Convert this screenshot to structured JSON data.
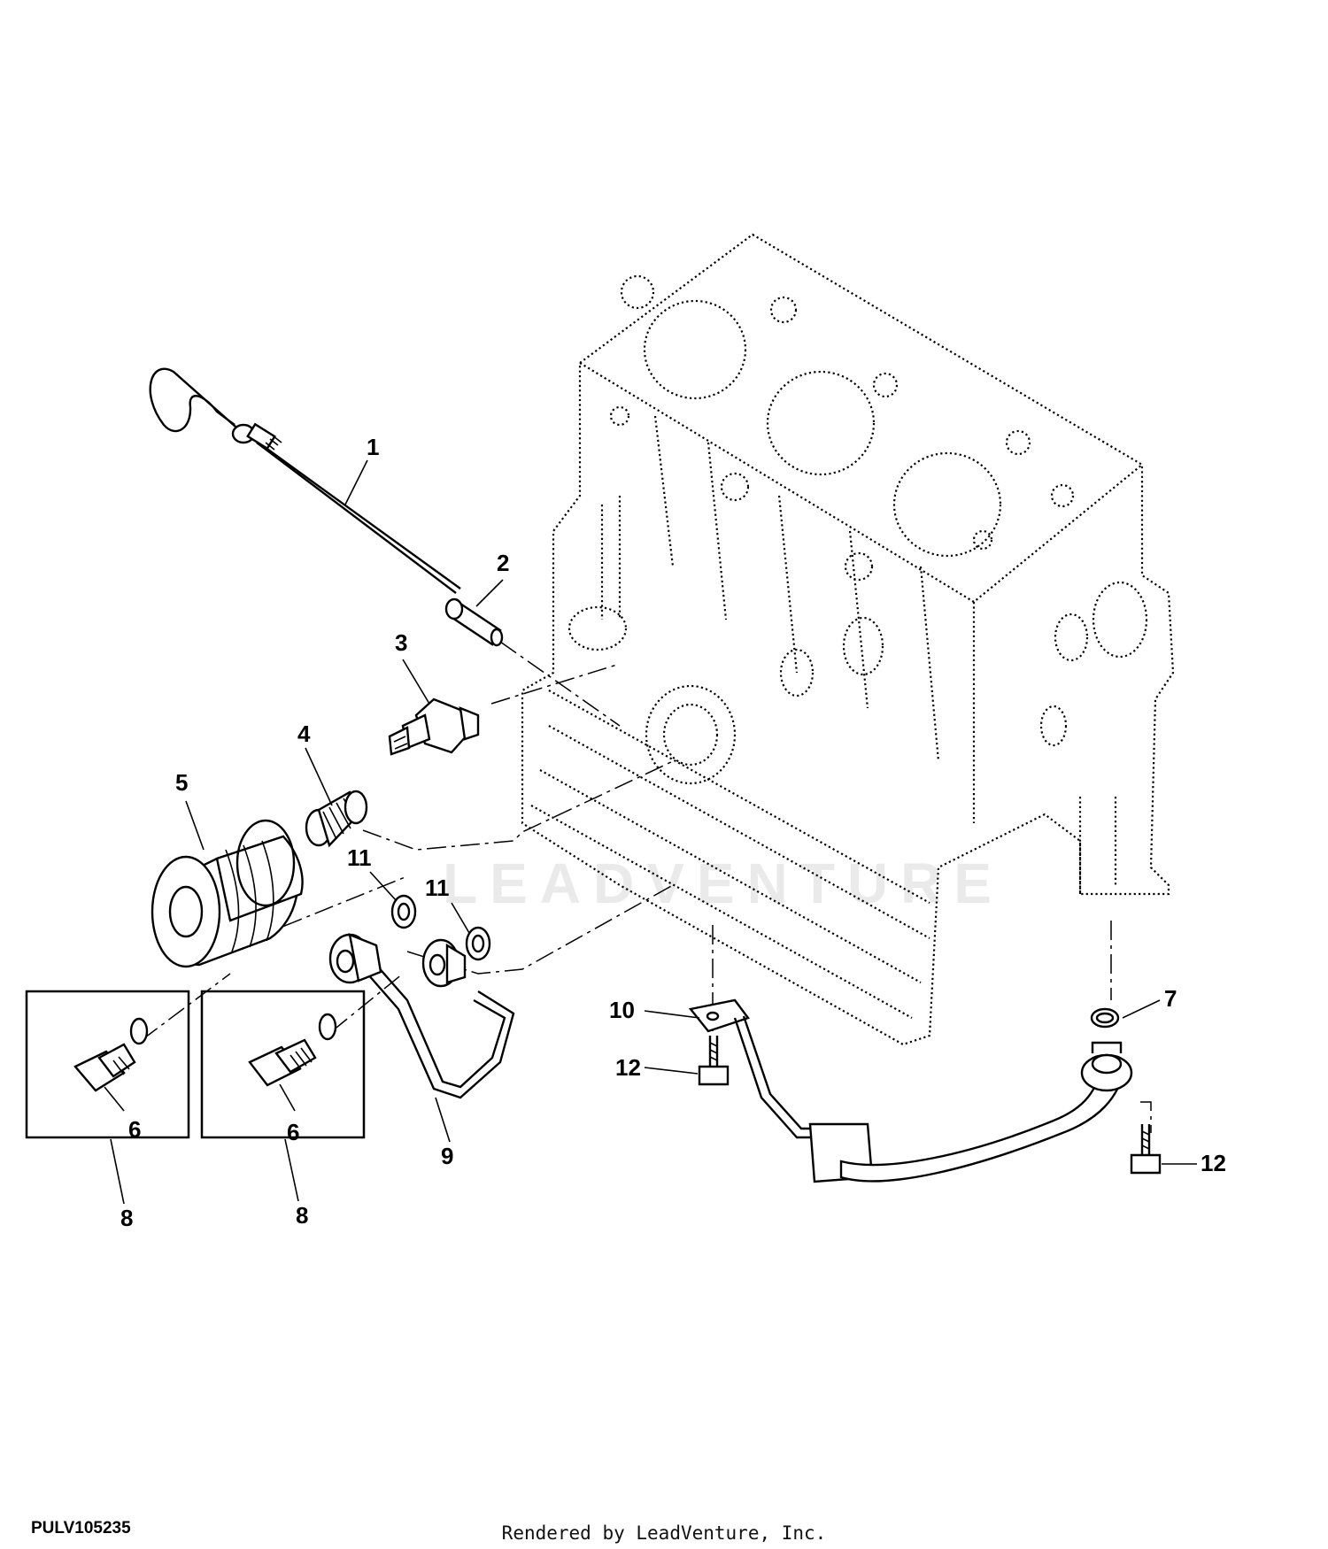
{
  "drawing_id": "PULV105235",
  "render_credit": "Rendered by LeadVenture, Inc.",
  "watermark": "LEADVENTURE",
  "callouts": {
    "c1": "1",
    "c2": "2",
    "c3": "3",
    "c4": "4",
    "c5": "5",
    "c6a": "6",
    "c6b": "6",
    "c7": "7",
    "c8a": "8",
    "c8b": "8",
    "c9": "9",
    "c10": "10",
    "c11a": "11",
    "c11b": "11",
    "c12a": "12",
    "c12b": "12"
  }
}
